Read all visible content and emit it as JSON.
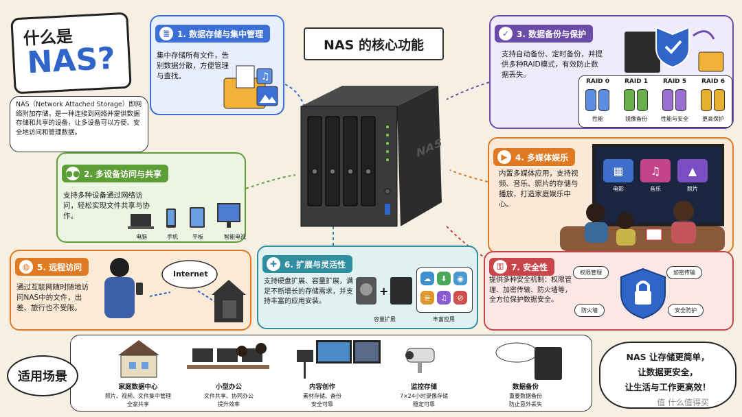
{
  "intro": {
    "title_line1": "什么是",
    "title_line2": "NAS?",
    "desc": "NAS（Network Attached Storage）即网络附加存储，是一种连接到网络并提供数据存储和共享的设备，让多设备可以方便、安全地访问和管理数据。"
  },
  "center": {
    "banner": "NAS 的核心功能",
    "device_label": "NAS"
  },
  "features": [
    {
      "title": "1. 数据存储与集中管理",
      "text": "集中存储所有文件，告别数据分散，方便管理与查找。",
      "color": "#3b6fd6"
    },
    {
      "title": "2. 多设备访问与共享",
      "text": "支持多种设备通过网络访问，轻松实现文件共享与协作。",
      "color": "#5e9e36",
      "devices": [
        "电脑",
        "手机",
        "平板",
        "智能电视"
      ]
    },
    {
      "title": "3. 数据备份与保护",
      "text": "支持自动备份、定时备份，并提供多种RAID模式，有效防止数据丢失。",
      "color": "#6b4ba8",
      "raid": [
        {
          "name": "RAID 0",
          "desc": "性能"
        },
        {
          "name": "RAID 1",
          "desc": "镜像备份"
        },
        {
          "name": "RAID 5",
          "desc": "性能与安全"
        },
        {
          "name": "RAID 6",
          "desc": "更高保护"
        }
      ]
    },
    {
      "title": "4. 多媒体娱乐",
      "text": "内置多媒体应用，支持视频、音乐、照片的存储与播放，打造家庭娱乐中心。",
      "color": "#e07a22",
      "tv_items": [
        "电影",
        "音乐",
        "照片"
      ]
    },
    {
      "title": "5. 远程访问",
      "text": "通过互联网随时随地访问NAS中的文件，出差、旅行也不受限。",
      "color": "#e07a22",
      "cloud_label": "Internet"
    },
    {
      "title": "6. 扩展与灵活性",
      "text": "支持硬盘扩展、容量扩展，满足不断增长的存储需求，并支持丰富的应用安装。",
      "color": "#2f8fa0",
      "sub_labels": [
        "容量扩展",
        "丰富应用"
      ]
    },
    {
      "title": "7. 安全性",
      "text": "提供多种安全机制：权限管理、加密传输、防火墙等，全方位保护数据安全。",
      "color": "#c8464b",
      "tags": [
        "权限管理",
        "加密传输",
        "防火墙",
        "安全防护"
      ]
    }
  ],
  "scenarios": {
    "heading": "适用场景",
    "items": [
      {
        "title": "家庭数据中心",
        "line1": "照片、视频、文件集中管理",
        "line2": "全家共享"
      },
      {
        "title": "小型办公",
        "line1": "文件共享、协同办公",
        "line2": "提升效率"
      },
      {
        "title": "内容创作",
        "line1": "素材存储、备份",
        "line2": "安全可靠"
      },
      {
        "title": "监控存储",
        "line1": "7×24小时录像存储",
        "line2": "稳定可靠"
      },
      {
        "title": "数据备份",
        "line1": "重要数据备份",
        "line2": "防止意外丢失"
      }
    ]
  },
  "conclusion": {
    "line1": "NAS 让存储更简单，",
    "line2": "让数据更安全，",
    "line3": "让生活与工作更高效！"
  },
  "watermark": "值 什么值得买"
}
